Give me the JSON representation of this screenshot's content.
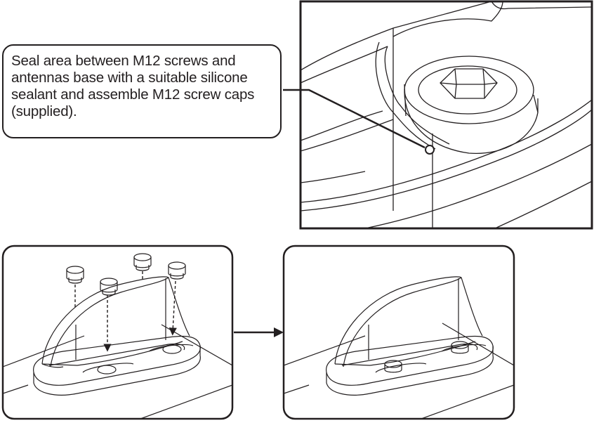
{
  "instruction": {
    "text": "Seal area between M12 screws and antennas base with a suitable silicone sealant and assemble M12 screw caps (supplied)."
  },
  "panels": {
    "detail": {
      "subject": "screw head in antenna base"
    },
    "before": {
      "subject": "antenna with screw caps above mounting holes",
      "cap_count": 4
    },
    "after": {
      "subject": "antenna with screw caps fitted"
    }
  },
  "colors": {
    "line": "#231f20",
    "background": "#ffffff",
    "light_line": "#6d6d6d"
  }
}
